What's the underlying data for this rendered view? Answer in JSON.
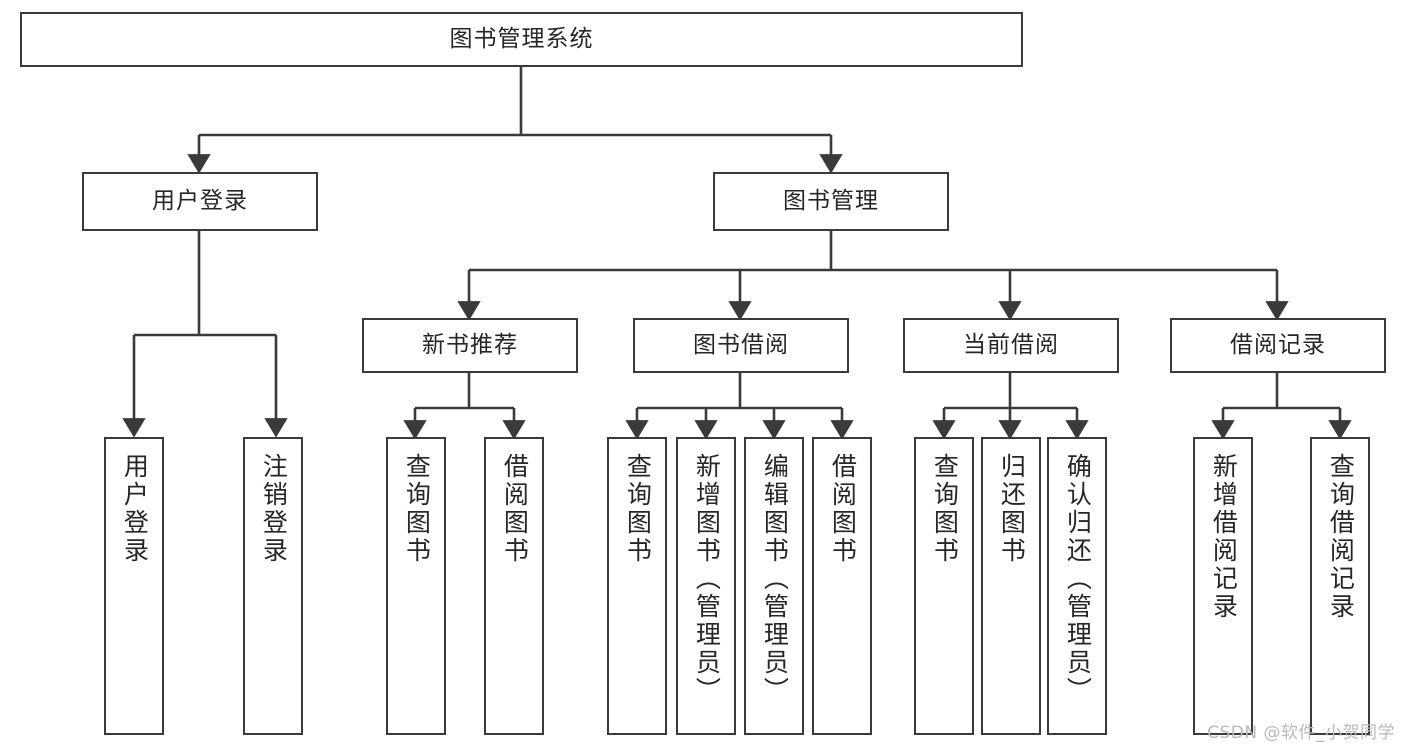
{
  "chart_data": {
    "type": "diagram",
    "title": "图书管理系统",
    "diagram_kind": "tree / functional structure chart",
    "orientation": "top-down",
    "nodes": [
      {
        "id": "root",
        "label": "图书管理系统",
        "level": 0
      },
      {
        "id": "login",
        "label": "用户登录",
        "level": 1
      },
      {
        "id": "bookmgmt",
        "label": "图书管理",
        "level": 1
      },
      {
        "id": "newbook",
        "label": "新书推荐",
        "level": 2
      },
      {
        "id": "borrow",
        "label": "图书借阅",
        "level": 2
      },
      {
        "id": "current",
        "label": "当前借阅",
        "level": 2
      },
      {
        "id": "records",
        "label": "借阅记录",
        "level": 2
      },
      {
        "id": "l1",
        "label": "用户登录",
        "level": 3
      },
      {
        "id": "l2",
        "label": "注销登录",
        "level": 3
      },
      {
        "id": "l3",
        "label": "查询图书",
        "level": 3
      },
      {
        "id": "l4",
        "label": "借阅图书",
        "level": 3
      },
      {
        "id": "l5",
        "label": "查询图书",
        "level": 3
      },
      {
        "id": "l6",
        "label": "新增图书（管理员）",
        "level": 3
      },
      {
        "id": "l7",
        "label": "编辑图书（管理员）",
        "level": 3
      },
      {
        "id": "l8",
        "label": "借阅图书",
        "level": 3
      },
      {
        "id": "l9",
        "label": "查询图书",
        "level": 3
      },
      {
        "id": "l10",
        "label": "归还图书",
        "level": 3
      },
      {
        "id": "l11",
        "label": "确认归还（管理员）",
        "level": 3
      },
      {
        "id": "l12",
        "label": "新增借阅记录",
        "level": 3
      },
      {
        "id": "l13",
        "label": "查询借阅记录",
        "level": 3
      }
    ],
    "edges": [
      [
        "root",
        "login"
      ],
      [
        "root",
        "bookmgmt"
      ],
      [
        "login",
        "l1"
      ],
      [
        "login",
        "l2"
      ],
      [
        "bookmgmt",
        "newbook"
      ],
      [
        "bookmgmt",
        "borrow"
      ],
      [
        "bookmgmt",
        "current"
      ],
      [
        "bookmgmt",
        "records"
      ],
      [
        "newbook",
        "l3"
      ],
      [
        "newbook",
        "l4"
      ],
      [
        "borrow",
        "l5"
      ],
      [
        "borrow",
        "l6"
      ],
      [
        "borrow",
        "l7"
      ],
      [
        "borrow",
        "l8"
      ],
      [
        "current",
        "l9"
      ],
      [
        "current",
        "l10"
      ],
      [
        "current",
        "l11"
      ],
      [
        "records",
        "l12"
      ],
      [
        "records",
        "l13"
      ]
    ]
  },
  "diagram": {
    "root": {
      "label": "图书管理系统"
    },
    "level1": {
      "login": {
        "label": "用户登录"
      },
      "book_management": {
        "label": "图书管理"
      }
    },
    "level2": {
      "new_book": {
        "label": "新书推荐"
      },
      "book_borrow": {
        "label": "图书借阅"
      },
      "current_borrow": {
        "label": "当前借阅"
      },
      "borrow_records": {
        "label": "借阅记录"
      }
    },
    "leaves": {
      "login_user_login": {
        "label": "用户登录"
      },
      "login_logout": {
        "label": "注销登录"
      },
      "newbook_query": {
        "label": "查询图书"
      },
      "newbook_borrow": {
        "label": "借阅图书"
      },
      "borrow_query": {
        "label": "查询图书"
      },
      "borrow_add_admin": {
        "label": "新增图书（管理员）"
      },
      "borrow_edit_admin": {
        "label": "编辑图书（管理员）"
      },
      "borrow_borrow": {
        "label": "借阅图书"
      },
      "current_query": {
        "label": "查询图书"
      },
      "current_return": {
        "label": "归还图书"
      },
      "current_confirm_admin": {
        "label": "确认归还（管理员）"
      },
      "records_add": {
        "label": "新增借阅记录"
      },
      "records_query": {
        "label": "查询借阅记录"
      }
    }
  },
  "watermark": {
    "text": "CSDN @软件_小贺同学"
  },
  "colors": {
    "border": "#3a3a3a",
    "text": "#262626",
    "background": "#ffffff",
    "watermark": "#b9b9b9"
  }
}
